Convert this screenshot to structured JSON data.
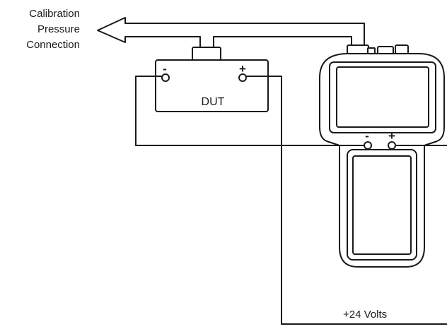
{
  "labels": {
    "pressure_line_1": "Calibration",
    "pressure_line_2": "Pressure",
    "pressure_line_3": "Connection",
    "dut": "DUT",
    "dut_minus": "-",
    "dut_plus": "+",
    "cal_minus": "-",
    "cal_plus": "+",
    "supply": "+24  Volts"
  }
}
